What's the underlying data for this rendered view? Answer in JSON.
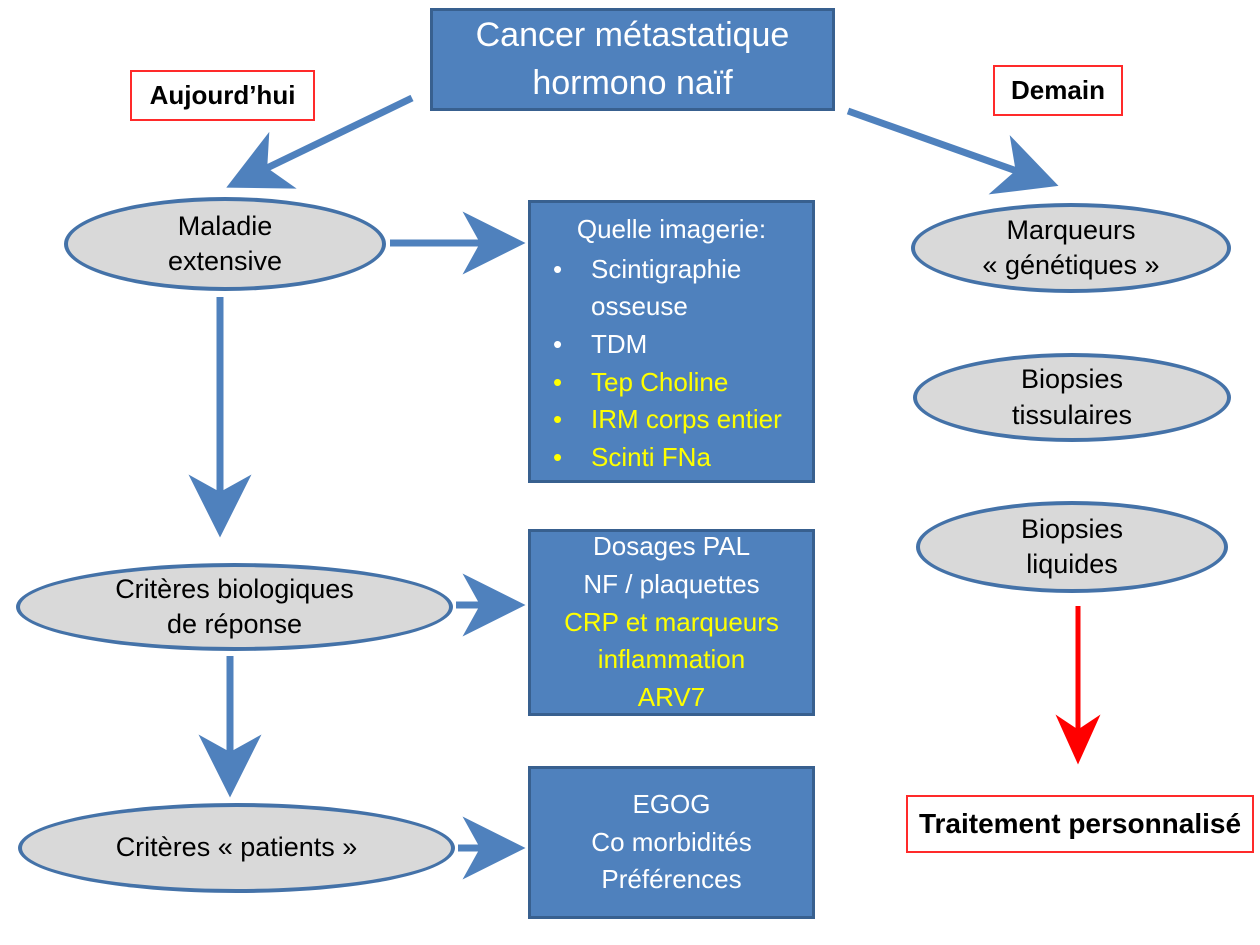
{
  "diagram": {
    "root": {
      "line1": "Cancer métastatique",
      "line2": "hormono naïf"
    },
    "labels": {
      "today": "Aujourd’hui",
      "tomorrow": "Demain"
    },
    "bullet_glyph": "•",
    "left_path": {
      "ellipse_maladie": {
        "line1": "Maladie",
        "line2": "extensive"
      },
      "ellipse_bio": {
        "line1": "Critères biologiques",
        "line2": "de réponse"
      },
      "ellipse_patients": {
        "line1": "Critères « patients »"
      }
    },
    "detail_boxes": {
      "imagerie": {
        "heading": "Quelle imagerie:",
        "bullets": [
          {
            "text": "Scintigraphie osseuse",
            "color": "#ffffff"
          },
          {
            "text": "TDM",
            "color": "#ffffff"
          },
          {
            "text": "Tep Choline",
            "color": "#ffff00"
          },
          {
            "text": "IRM corps entier",
            "color": "#ffff00"
          },
          {
            "text": "Scinti FNa",
            "color": "#ffff00"
          }
        ]
      },
      "biologie": {
        "lines": [
          {
            "text": "Dosages PAL",
            "color": "#ffffff"
          },
          {
            "text": "NF / plaquettes",
            "color": "#ffffff"
          },
          {
            "text": "CRP et marqueurs inflammation",
            "color": "#ffff00"
          },
          {
            "text": "ARV7",
            "color": "#ffff00"
          }
        ]
      },
      "patient": {
        "lines": [
          {
            "text": "EGOG",
            "color": "#ffffff"
          },
          {
            "text": "Co morbidités",
            "color": "#ffffff"
          },
          {
            "text": "Préférences",
            "color": "#ffffff"
          }
        ]
      }
    },
    "right_path": {
      "ellipse_marqueurs": {
        "line1": "Marqueurs",
        "line2": "« génétiques »"
      },
      "ellipse_tissulaires": {
        "line1": "Biopsies",
        "line2": "tissulaires"
      },
      "ellipse_liquides": {
        "line1": "Biopsies",
        "line2": "liquides"
      },
      "outcome": "Traitement personnalisé"
    },
    "colors": {
      "node_fill": "#4f81bd",
      "node_border": "#38608f",
      "ellipse_fill": "#d9d9d9",
      "ellipse_border": "#4472a8",
      "arrow_blue": "#4f81bd",
      "arrow_red": "#ff0000",
      "label_border_red": "#ff2a2a",
      "highlight_yellow": "#ffff00",
      "text_white": "#ffffff",
      "text_black": "#000000"
    }
  }
}
